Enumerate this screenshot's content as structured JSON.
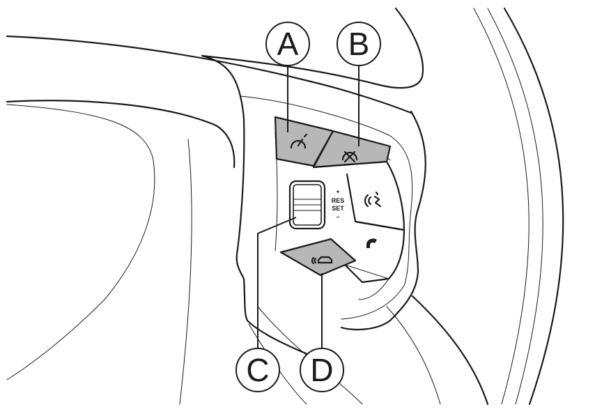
{
  "callouts": {
    "a": "A",
    "b": "B",
    "c": "C",
    "d": "D"
  },
  "switch_labels": {
    "plus": "+",
    "res": "RES",
    "set": "SET",
    "minus": "–"
  },
  "icons": {
    "button_a": "cruise-control-icon",
    "button_b": "cruise-control-off-icon",
    "button_d": "vehicle-distance-icon",
    "voice": "voice-command-icon",
    "phone": "phone-icon"
  },
  "colors": {
    "button_fill": "#b7b7b7",
    "line": "#1a1a1a",
    "background": "#ffffff"
  }
}
